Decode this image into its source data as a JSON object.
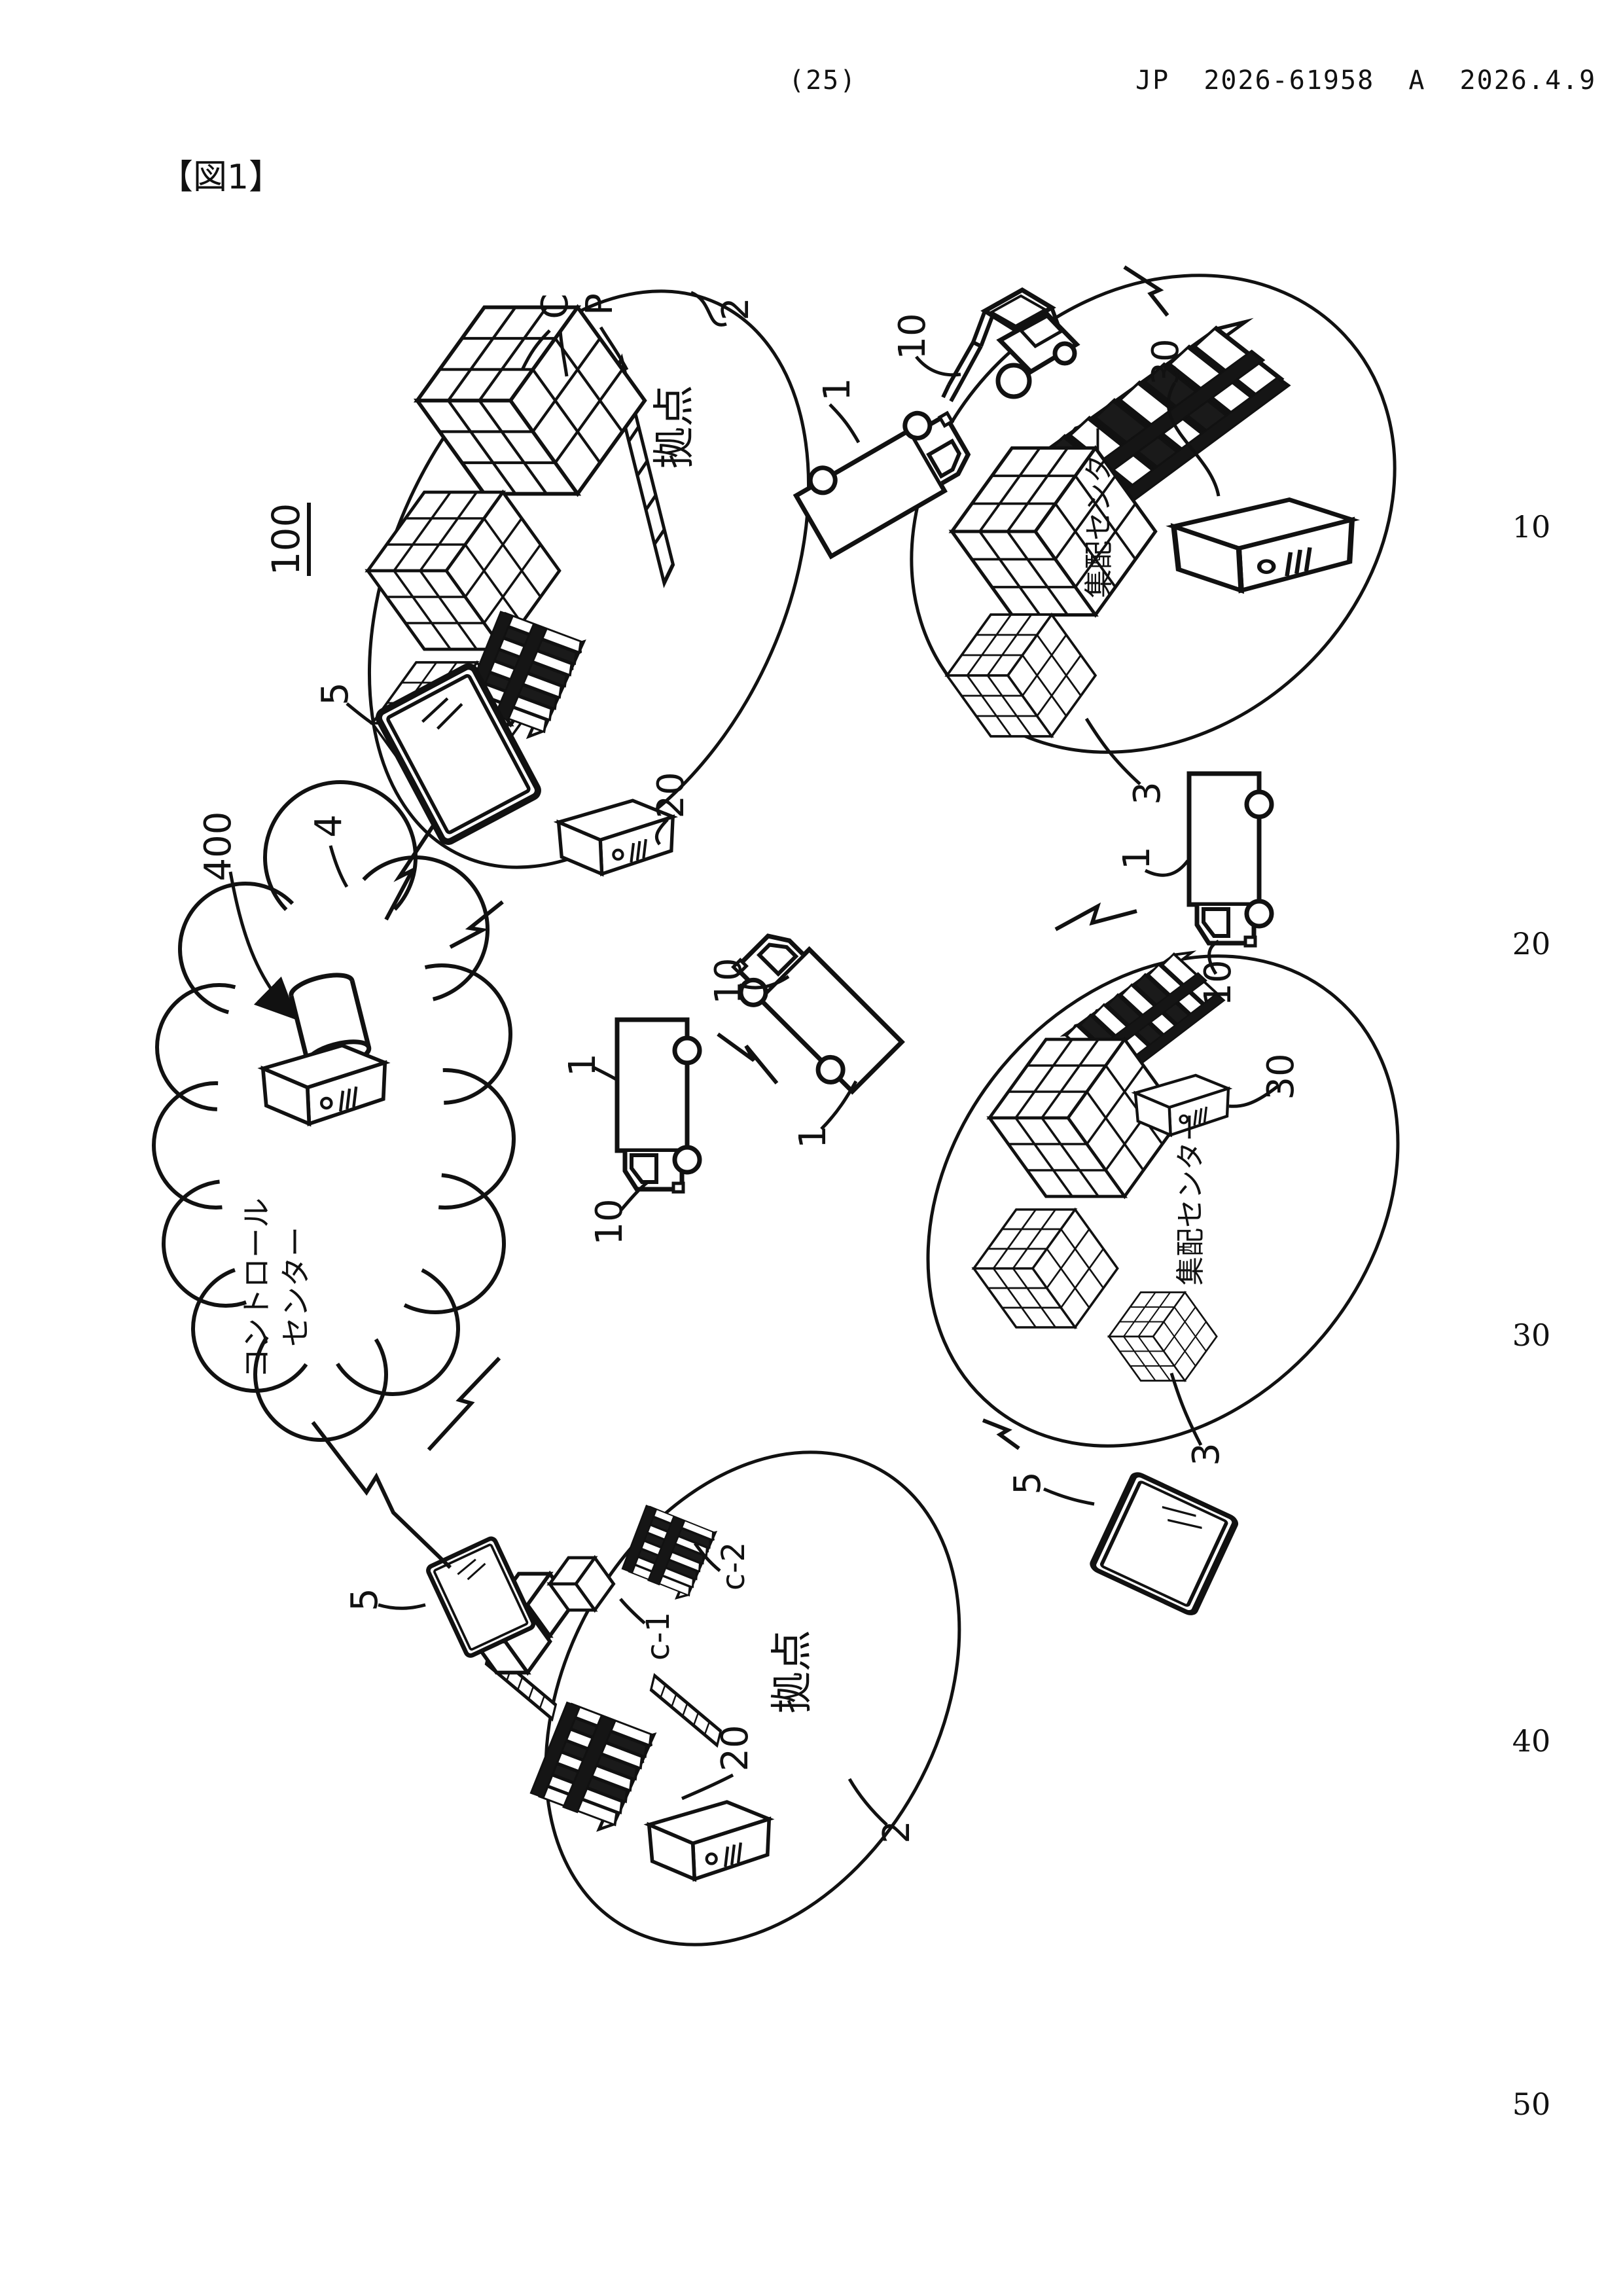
{
  "page": {
    "header": {
      "page_number": "(25)",
      "publication": "JP  2026-61958  A  2026.4.9"
    },
    "figure_caption": "【図1】",
    "margin_line_numbers": [
      "10",
      "20",
      "30",
      "40",
      "50"
    ]
  },
  "figure": {
    "system_ref": "100",
    "cloud": {
      "name_line1": "コントロール",
      "name_line2": "センター",
      "ref": "400",
      "network_ref": "4"
    },
    "base": {
      "label": "拠点",
      "ref": "2",
      "server_ref": "20",
      "boxes_ref": "C",
      "pallet_ref": "P",
      "cargo1_ref": "c-1",
      "cargo2_ref": "c-2"
    },
    "center": {
      "label": "集配センター",
      "ref": "3",
      "server_ref": "30"
    },
    "truck_ref": "1",
    "onboard_device_ref": "10",
    "tablet_ref": "5"
  }
}
